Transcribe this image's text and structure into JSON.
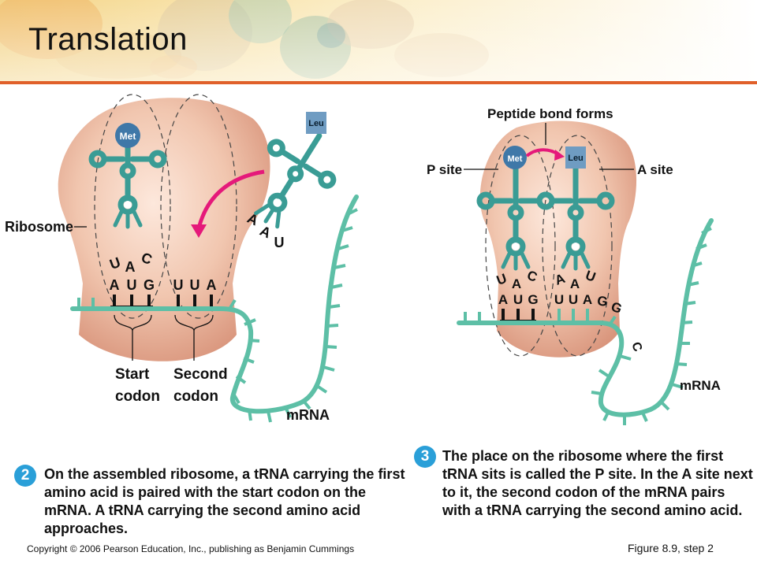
{
  "slide": {
    "title": "Translation"
  },
  "left_panel": {
    "step_number": "2",
    "ribosome_label": "Ribosome",
    "met_label": "Met",
    "leu_label": "Leu",
    "anticodon_bound": [
      "U",
      "A",
      "C"
    ],
    "anticodon_incoming": [
      "A",
      "A",
      "U"
    ],
    "mrna_bases": [
      "A",
      "U",
      "G",
      "U",
      "U",
      "A"
    ],
    "start_codon_label": [
      "Start",
      "codon"
    ],
    "second_codon_label": [
      "Second",
      "codon"
    ],
    "mrna_label": "mRNA",
    "caption": "On the assembled ribosome, a tRNA carrying the first amino acid is paired with the start codon on the mRNA. A tRNA carrying the second amino acid approaches."
  },
  "right_panel": {
    "step_number": "3",
    "peptide_label": "Peptide bond forms",
    "p_site_label": "P site",
    "a_site_label": "A site",
    "met_label": "Met",
    "leu_label": "Leu",
    "anticodon_p": [
      "U",
      "A",
      "C"
    ],
    "anticodon_a": [
      "A",
      "A",
      "U"
    ],
    "mrna_bases": [
      "A",
      "U",
      "G",
      "U",
      "U",
      "A",
      "G",
      "G",
      "C"
    ],
    "mrna_label": "mRNA",
    "caption": "The place on the ribosome where the first tRNA sits is called the P site. In the A site next to it, the second codon of the mRNA pairs with a tRNA carrying the second amino acid."
  },
  "footer": {
    "copyright": "Copyright © 2006 Pearson Education, Inc., publishing as Benjamin Cummings",
    "figure_ref": "Figure 8.9, step 2"
  },
  "colors": {
    "trna": "#3a9c95",
    "mrna": "#5dbfa6",
    "ribosome": "#e9b79f",
    "arrow": "#e5197a",
    "rule": "#e0602a",
    "step_badge": "#2a9fd8",
    "met": "#3f78a8",
    "leu": "#6f9cc2"
  }
}
